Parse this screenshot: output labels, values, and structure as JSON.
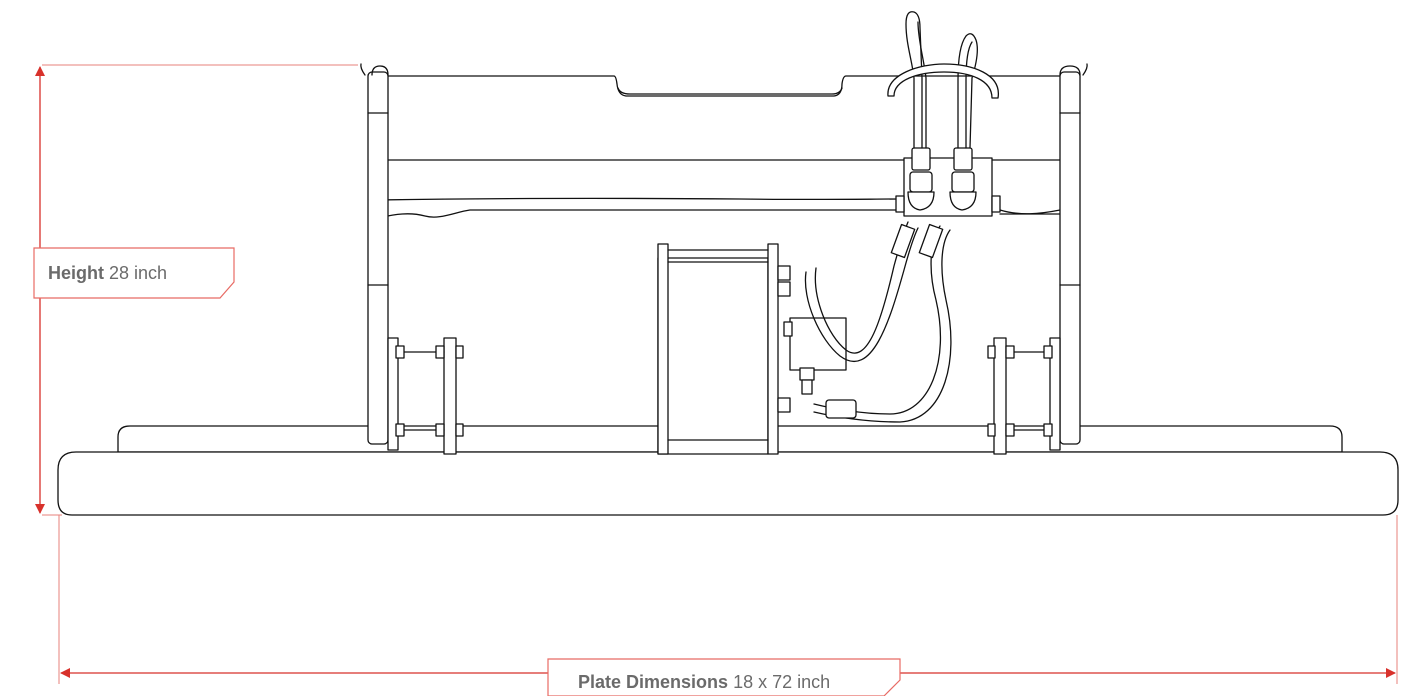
{
  "height_label": {
    "title": "Height",
    "value": "28 inch"
  },
  "plate_label": {
    "title": "Plate Dimensions",
    "value": "18 x 72 inch"
  },
  "colors": {
    "dimension": "#d8312b",
    "extension": "#e7807b",
    "drawing": "#111111",
    "label_text": "#6b6b6b"
  }
}
